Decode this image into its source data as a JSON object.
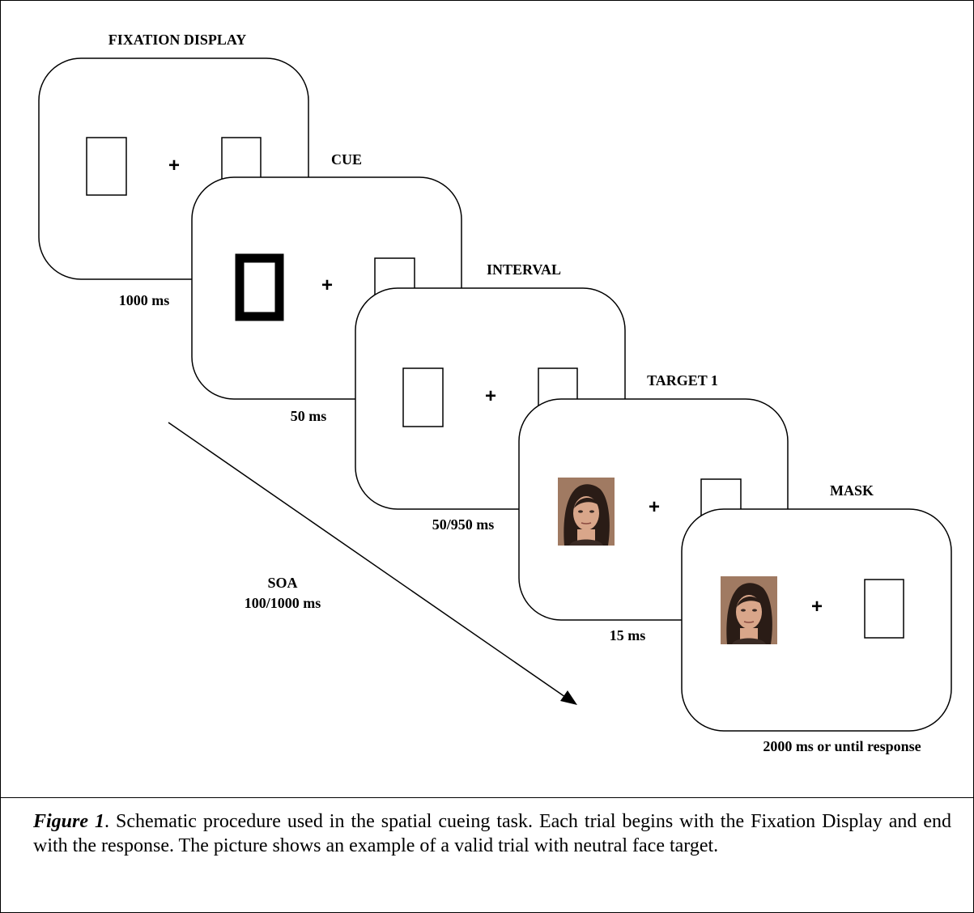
{
  "panels": [
    {
      "title": "FIXATION DISPLAY",
      "duration": "1000 ms",
      "fixation": "+"
    },
    {
      "title": "CUE",
      "duration": "50 ms",
      "fixation": "+"
    },
    {
      "title": "INTERVAL",
      "duration": "50/950 ms",
      "fixation": "+"
    },
    {
      "title": "TARGET 1",
      "duration": "15 ms",
      "fixation": "+"
    },
    {
      "title": "MASK",
      "duration": "2000 ms or until response",
      "fixation": "+"
    }
  ],
  "soa": {
    "line1": "SOA",
    "line2": "100/1000 ms"
  },
  "caption": {
    "figure_label": "Figure 1",
    "text": ".  Schematic procedure used in the spatial cueing task. Each trial begins with the Fixation Display and end with the response. The picture shows an example of a valid trial with neutral face target."
  },
  "colors": {
    "line": "#000000",
    "face_bg": "#a07a62",
    "hair": "#2a1c16",
    "skin": "#d9a68a"
  }
}
